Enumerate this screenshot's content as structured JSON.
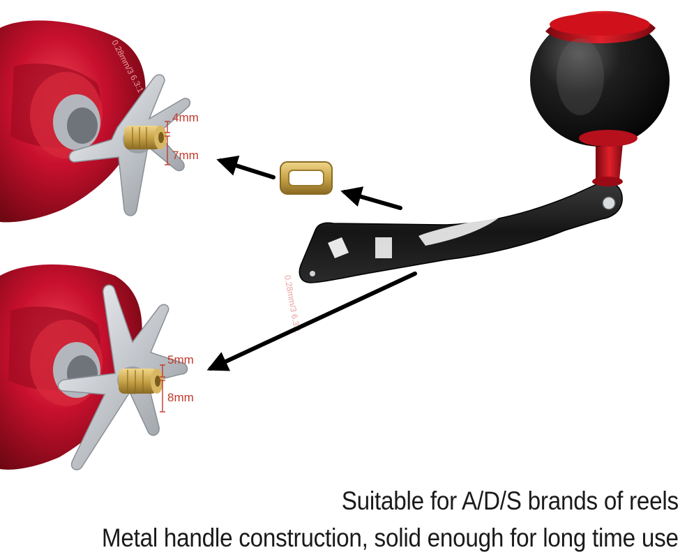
{
  "upper_reel": {
    "print_text": "0.28mm/3  6.3:1",
    "dim_top": "4mm",
    "dim_bottom": "7mm"
  },
  "lower_reel": {
    "print_text": "0.28mm/3  6.3:1",
    "dim_top": "5mm",
    "dim_bottom": "8mm"
  },
  "captions": {
    "line1": "Suitable for A/D/S brands of reels",
    "line2": "Metal handle construction, solid enough for long time use"
  },
  "colors": {
    "reel_red": "#c8102e",
    "handle_black": "#1b1b1b",
    "knob_red_trim": "#d0111c",
    "brass": "#c9a44a",
    "silver": "#cfd2d6",
    "dimension_text": "#c0392b",
    "caption_text": "#1a1a1a"
  }
}
